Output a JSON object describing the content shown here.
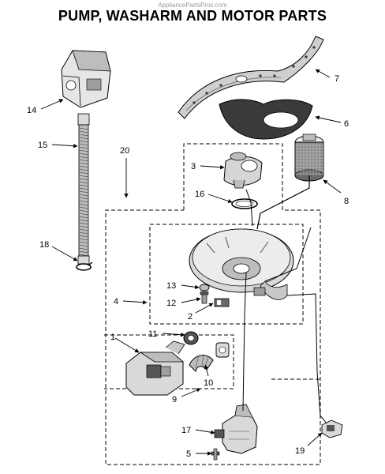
{
  "watermark": "AppliancePartsPros.com",
  "title": "PUMP, WASHARM AND MOTOR PARTS",
  "callouts": {
    "c1": "1",
    "c2": "2",
    "c3": "3",
    "c4": "4",
    "c5": "5",
    "c6": "6",
    "c7": "7",
    "c8": "8",
    "c9": "9",
    "c10": "10",
    "c11": "11",
    "c12": "12",
    "c13": "13",
    "c14": "14",
    "c15": "15",
    "c16": "16",
    "c17": "17",
    "c18": "18",
    "c19": "19",
    "c20": "20"
  },
  "colors": {
    "line": "#000000",
    "part_fill": "#d9d9d9",
    "part_dark": "#555555"
  }
}
